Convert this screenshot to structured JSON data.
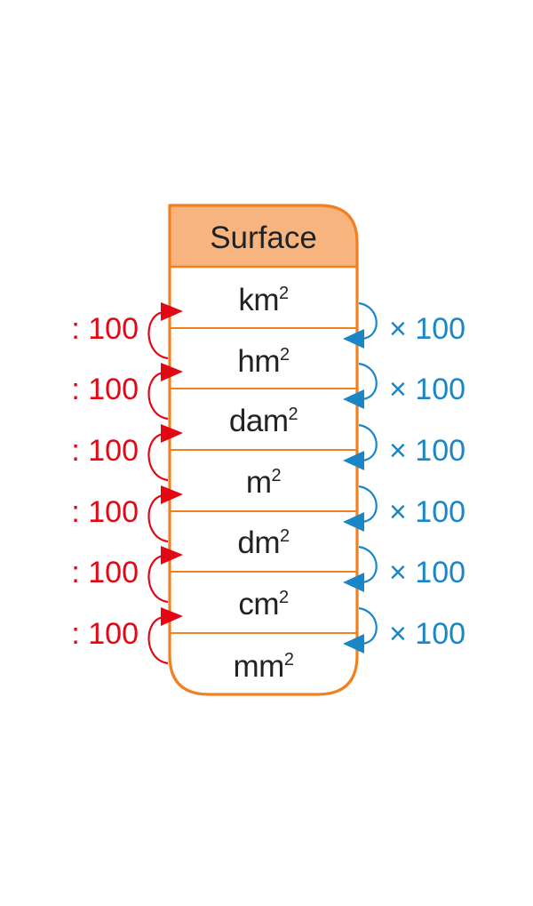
{
  "table": {
    "title": "Surface",
    "units": [
      {
        "base": "km",
        "exp": "2"
      },
      {
        "base": "hm",
        "exp": "2"
      },
      {
        "base": "dam",
        "exp": "2"
      },
      {
        "base": "m",
        "exp": "2"
      },
      {
        "base": "dm",
        "exp": "2"
      },
      {
        "base": "cm",
        "exp": "2"
      },
      {
        "base": "mm",
        "exp": "2"
      }
    ]
  },
  "conversions": {
    "divide_label": ": 100",
    "multiply_label": "× 100"
  },
  "colors": {
    "border": "#f08020",
    "header_fill": "#f7b47e",
    "divide": "#e30613",
    "multiply": "#1a86c8",
    "text": "#222222"
  }
}
